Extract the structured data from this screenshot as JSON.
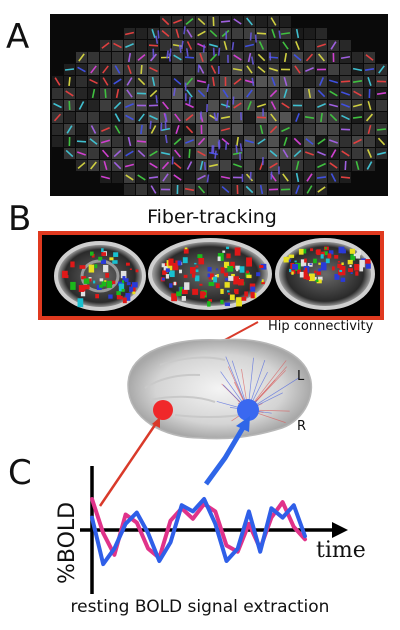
{
  "panels": {
    "a_letter": "A",
    "b_letter": "B",
    "c_letter": "C"
  },
  "fiber_tracking": {
    "title": "Fiber-tracking",
    "frame_color": "#e0391f",
    "tract_colors": [
      "#e01818",
      "#1bb81b",
      "#2a3ad8",
      "#e8e020",
      "#18c0d0",
      "#e0e0e0"
    ]
  },
  "connectivity": {
    "label": "Hip connectivity",
    "hemisphere_left": "L",
    "hemisphere_right": "R",
    "seed_left_color": "#f0282a",
    "seed_right_color": "#3a68f0",
    "arrow_color": "#d93a2a",
    "arrow_blue_color": "#2f66e8"
  },
  "signal_chart": {
    "ylabel": "%BOLD",
    "xlabel": "time",
    "caption": "resting BOLD signal extraction",
    "series": [
      {
        "color": "#e0338a",
        "values": [
          0.5,
          -0.05,
          -0.4,
          0.25,
          0.12,
          -0.3,
          -0.45,
          0.15,
          0.35,
          0.18,
          0.42,
          0.3,
          -0.25,
          -0.35,
          0.1,
          -0.3,
          0.2,
          0.45,
          0.05,
          -0.15
        ]
      },
      {
        "color": "#2f5fe8",
        "values": [
          0.2,
          -0.55,
          -0.3,
          0.1,
          0.28,
          -0.05,
          -0.5,
          -0.2,
          0.4,
          0.3,
          0.5,
          0.1,
          -0.5,
          -0.3,
          0.3,
          -0.35,
          0.35,
          0.2,
          0.4,
          -0.1
        ]
      }
    ]
  },
  "dti_glyph_colors": [
    "#e04040",
    "#40c040",
    "#4050e0",
    "#d0d040",
    "#40c0d0",
    "#d040d0",
    "#a060e0"
  ]
}
